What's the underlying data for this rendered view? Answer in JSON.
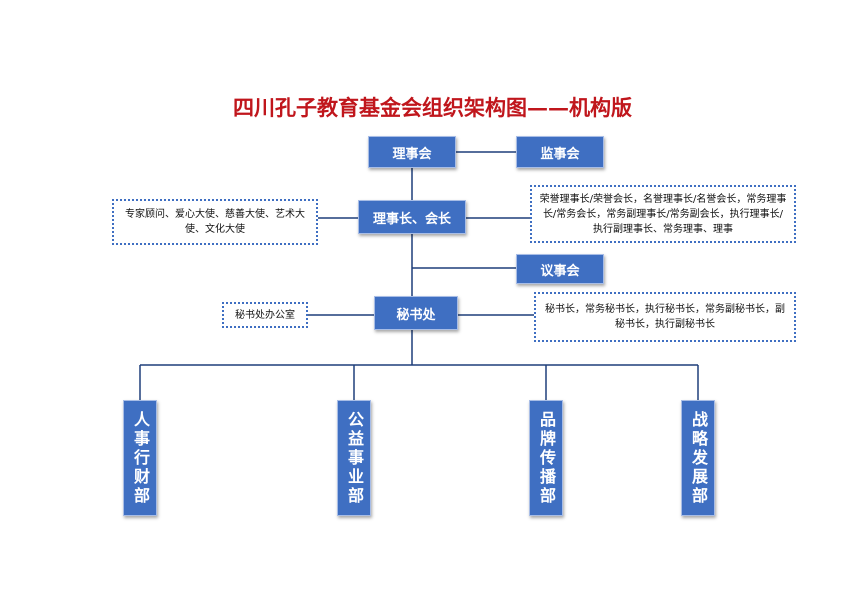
{
  "title": "四川孔子教育基金会组织架构图——机构版",
  "nodes": {
    "board": "理事会",
    "supervisors": "监事会",
    "chairman": "理事长、会长",
    "council": "议事会",
    "secretariat": "秘书处"
  },
  "notes": {
    "advisors": "专家顾问、爱心大使、慈善大使、艺术大使、文化大使",
    "honorary": "荣誉理事长/荣誉会长，名誉理事长/名誉会长，常务理事长/常务会长，常务副理事长/常务副会长，执行理事长/执行副理事长、常务理事、理事",
    "office": "秘书处办公室",
    "secretaries": "秘书长，常务秘书长，执行秘书长，常务副秘书长，副秘书长，执行副秘书长"
  },
  "departments": [
    "人事行财部",
    "公益事业部",
    "品牌传播部",
    "战略发展部"
  ],
  "colors": {
    "box": "#3f6fc2",
    "title": "#c0161c",
    "line": "#1f3f7a"
  }
}
